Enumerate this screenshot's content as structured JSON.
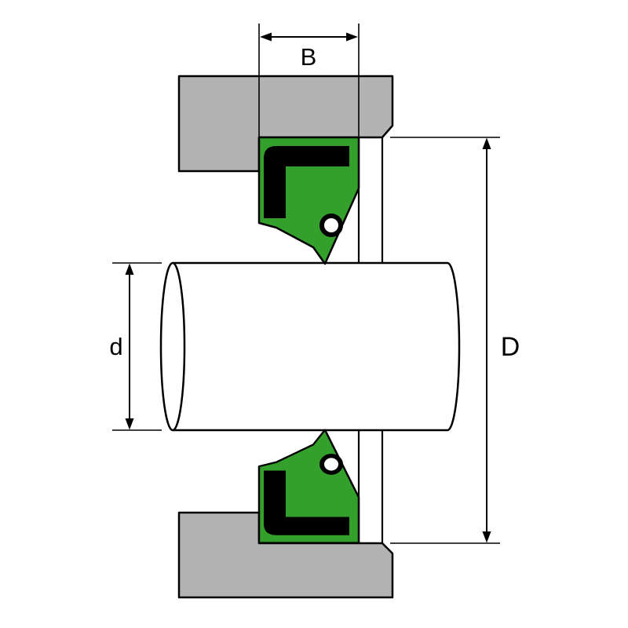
{
  "diagram": {
    "type": "radial-shaft-seal-mounting-cross-section",
    "labels": {
      "seal_width": "B",
      "shaft_diameter": "d",
      "bore_diameter": "D"
    },
    "colors": {
      "housing": "#b3b3b3",
      "seal_rubber": "#33a02c",
      "seal_case": "#000000",
      "shaft": "#ffffff",
      "spring_center": "#ffffff",
      "outline": "#000000",
      "background": "#ffffff"
    }
  }
}
